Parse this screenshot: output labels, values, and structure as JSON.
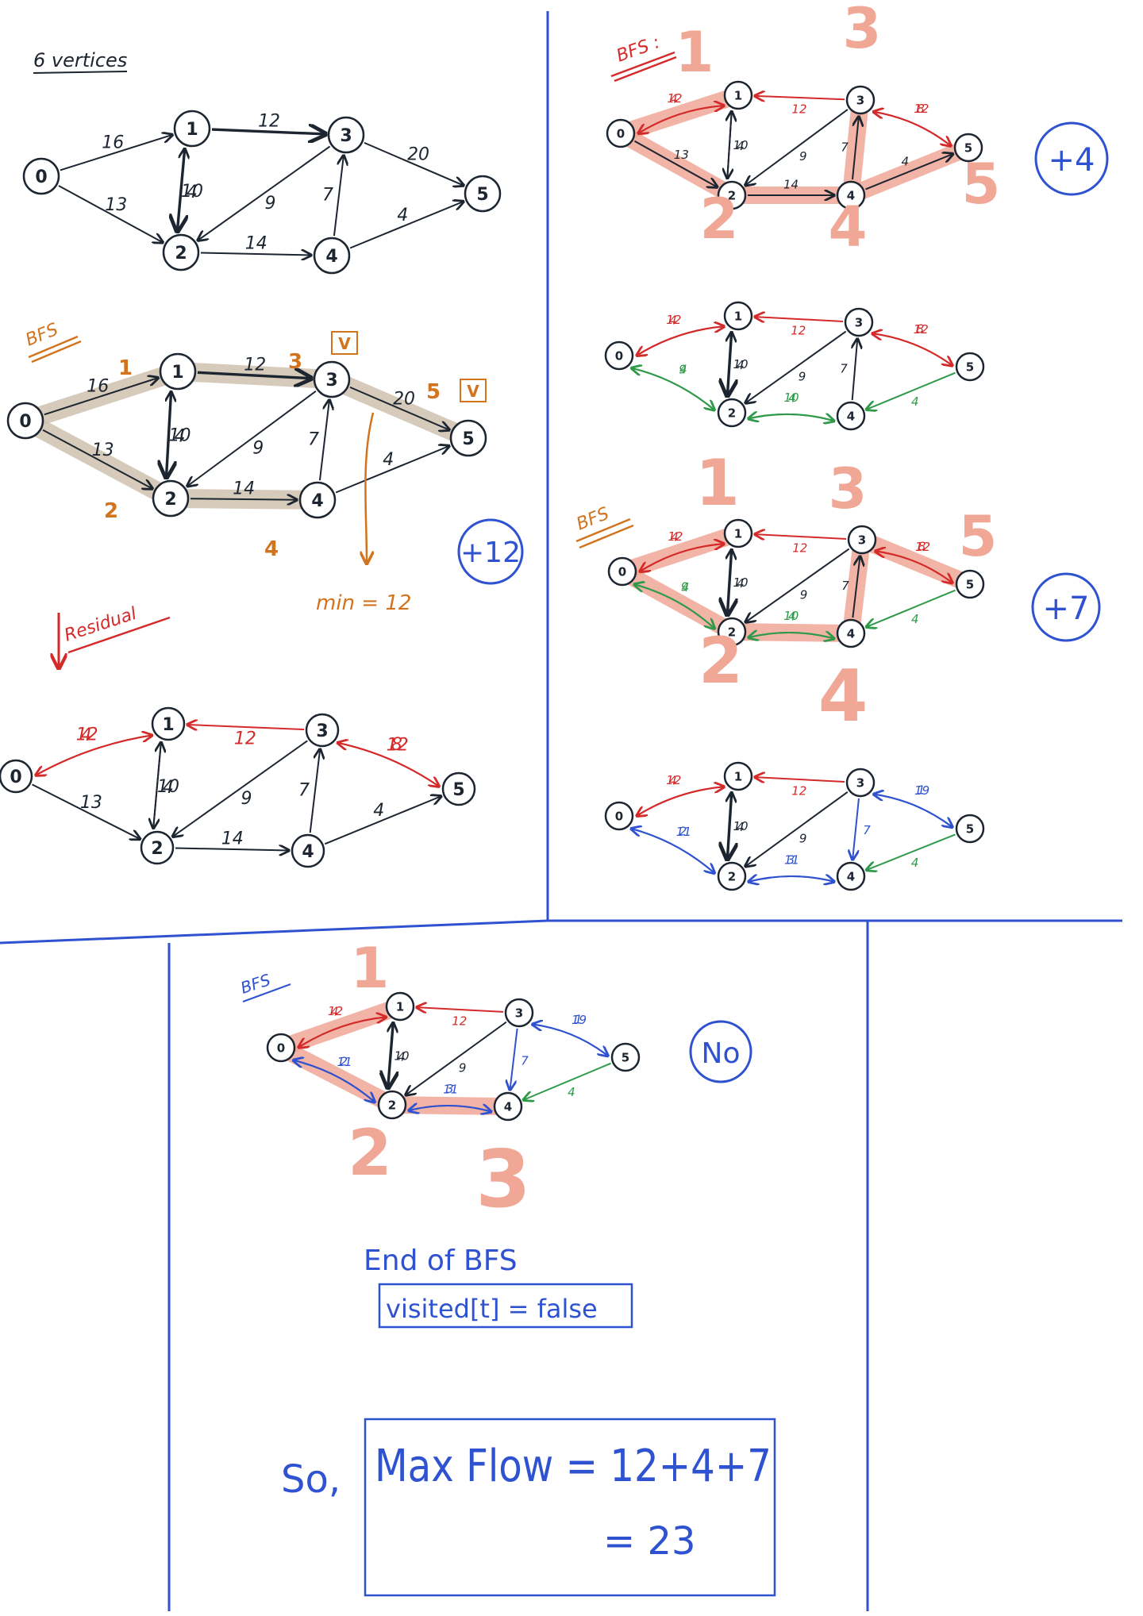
{
  "colors": {
    "ink": "#1c2530",
    "red": "#d42a2a",
    "green": "#2f9a4a",
    "blue": "#2f52d0",
    "orange": "#d2741e",
    "tan": "#cfc1ae",
    "salmon": "#f0a796",
    "divider": "#2f52d0"
  },
  "labels": {
    "heading": "6 vertices",
    "bfs1": "BFS",
    "bfs2": "BFS :",
    "bfs3": "BFS",
    "bfs4": "BFS",
    "residual": "Residual",
    "min": "min = 12",
    "plus12": "+12",
    "plus4": "+4",
    "plus7": "+7",
    "no": "No",
    "end": "End of BFS",
    "visited": "visited[t] = false",
    "so": "So,",
    "maxflow": "Max Flow = 12+4+7",
    "equals": "= 23"
  },
  "bfs_marks": {
    "g2": [
      {
        "text": "1"
      },
      {
        "text": "3"
      },
      {
        "text": "5"
      },
      {
        "text": "2"
      },
      {
        "text": "4"
      },
      {
        "text": "V"
      },
      {
        "text": "V"
      }
    ],
    "g3": [
      {
        "text": "1"
      },
      {
        "text": "2"
      },
      {
        "text": "3"
      },
      {
        "text": "4"
      },
      {
        "text": "5"
      }
    ],
    "g5": [
      {
        "text": "1"
      },
      {
        "text": "2"
      },
      {
        "text": "3"
      },
      {
        "text": "4"
      },
      {
        "text": "5"
      }
    ],
    "g7": [
      {
        "text": "1"
      },
      {
        "text": "2"
      },
      {
        "text": "3"
      }
    ]
  },
  "graphs": [
    {
      "id": "g1",
      "nodes": [
        {
          "text": "0"
        },
        {
          "text": "1"
        },
        {
          "text": "2"
        },
        {
          "text": "3"
        },
        {
          "text": "4"
        },
        {
          "text": "5"
        }
      ],
      "edges": [
        {
          "from": 0,
          "to": 1,
          "label": "16"
        },
        {
          "from": 0,
          "to": 2,
          "label": "13"
        },
        {
          "from": 1,
          "to": 3,
          "label": "12"
        },
        {
          "from": 1,
          "to": 2,
          "label": "10"
        },
        {
          "from": 2,
          "to": 1,
          "label": "4"
        },
        {
          "from": 3,
          "to": 2,
          "label": "9"
        },
        {
          "from": 2,
          "to": 4,
          "label": "14"
        },
        {
          "from": 4,
          "to": 3,
          "label": "7"
        },
        {
          "from": 3,
          "to": 5,
          "label": "20"
        },
        {
          "from": 4,
          "to": 5,
          "label": "4"
        }
      ]
    },
    {
      "id": "g2",
      "nodes": [
        {
          "text": "0"
        },
        {
          "text": "1"
        },
        {
          "text": "2"
        },
        {
          "text": "3"
        },
        {
          "text": "4"
        },
        {
          "text": "5"
        }
      ],
      "edges": [
        {
          "from": 0,
          "to": 1,
          "label": "16"
        },
        {
          "from": 0,
          "to": 2,
          "label": "13"
        },
        {
          "from": 1,
          "to": 3,
          "label": "12"
        },
        {
          "from": 1,
          "to": 2,
          "label": "10"
        },
        {
          "from": 2,
          "to": 1,
          "label": "4"
        },
        {
          "from": 3,
          "to": 2,
          "label": "9"
        },
        {
          "from": 2,
          "to": 4,
          "label": "14"
        },
        {
          "from": 4,
          "to": 3,
          "label": "7"
        },
        {
          "from": 3,
          "to": 5,
          "label": "20"
        },
        {
          "from": 4,
          "to": 5,
          "label": "4"
        }
      ]
    },
    {
      "id": "g3",
      "nodes": [
        {
          "text": "0"
        },
        {
          "text": "1"
        },
        {
          "text": "2"
        },
        {
          "text": "3"
        },
        {
          "text": "4"
        },
        {
          "text": "5"
        }
      ],
      "edges": [
        {
          "from": 0,
          "to": 1,
          "label": "4"
        },
        {
          "from": 1,
          "to": 0,
          "label": "12"
        },
        {
          "from": 0,
          "to": 2,
          "label": "13"
        },
        {
          "from": 3,
          "to": 1,
          "label": "12"
        },
        {
          "from": 1,
          "to": 2,
          "label": "10"
        },
        {
          "from": 2,
          "to": 1,
          "label": "4"
        },
        {
          "from": 3,
          "to": 2,
          "label": "9"
        },
        {
          "from": 2,
          "to": 4,
          "label": "14"
        },
        {
          "from": 4,
          "to": 3,
          "label": "7"
        },
        {
          "from": 3,
          "to": 5,
          "label": "8"
        },
        {
          "from": 5,
          "to": 3,
          "label": "12"
        },
        {
          "from": 4,
          "to": 5,
          "label": "4"
        }
      ]
    },
    {
      "id": "g4",
      "nodes": [
        {
          "text": "0"
        },
        {
          "text": "1"
        },
        {
          "text": "2"
        },
        {
          "text": "3"
        },
        {
          "text": "4"
        },
        {
          "text": "5"
        }
      ],
      "edges": [
        {
          "from": 0,
          "to": 1,
          "label": "4"
        },
        {
          "from": 1,
          "to": 0,
          "label": "12"
        },
        {
          "from": 0,
          "to": 2,
          "label": "13"
        },
        {
          "from": 3,
          "to": 1,
          "label": "12"
        },
        {
          "from": 1,
          "to": 2,
          "label": "10"
        },
        {
          "from": 2,
          "to": 1,
          "label": "4"
        },
        {
          "from": 3,
          "to": 2,
          "label": "9"
        },
        {
          "from": 2,
          "to": 4,
          "label": "14"
        },
        {
          "from": 4,
          "to": 3,
          "label": "7"
        },
        {
          "from": 3,
          "to": 5,
          "label": "8"
        },
        {
          "from": 5,
          "to": 3,
          "label": "12"
        },
        {
          "from": 4,
          "to": 5,
          "label": "4"
        }
      ]
    },
    {
      "id": "g5",
      "nodes": [
        {
          "text": "0"
        },
        {
          "text": "1"
        },
        {
          "text": "2"
        },
        {
          "text": "3"
        },
        {
          "text": "4"
        },
        {
          "text": "5"
        }
      ],
      "edges": [
        {
          "from": 0,
          "to": 1,
          "label": "4"
        },
        {
          "from": 1,
          "to": 0,
          "label": "12"
        },
        {
          "from": 0,
          "to": 2,
          "label": "9"
        },
        {
          "from": 2,
          "to": 0,
          "label": "4"
        },
        {
          "from": 3,
          "to": 1,
          "label": "12"
        },
        {
          "from": 1,
          "to": 2,
          "label": "10"
        },
        {
          "from": 2,
          "to": 1,
          "label": "4"
        },
        {
          "from": 3,
          "to": 2,
          "label": "9"
        },
        {
          "from": 2,
          "to": 4,
          "label": "10"
        },
        {
          "from": 4,
          "to": 2,
          "label": "4"
        },
        {
          "from": 4,
          "to": 3,
          "label": "7"
        },
        {
          "from": 3,
          "to": 5,
          "label": "8"
        },
        {
          "from": 5,
          "to": 3,
          "label": "12"
        },
        {
          "from": 5,
          "to": 4,
          "label": "4"
        }
      ]
    },
    {
      "id": "g6",
      "nodes": [
        {
          "text": "0"
        },
        {
          "text": "1"
        },
        {
          "text": "2"
        },
        {
          "text": "3"
        },
        {
          "text": "4"
        },
        {
          "text": "5"
        }
      ],
      "edges": [
        {
          "from": 0,
          "to": 1,
          "label": "4"
        },
        {
          "from": 1,
          "to": 0,
          "label": "12"
        },
        {
          "from": 0,
          "to": 2,
          "label": "9"
        },
        {
          "from": 2,
          "to": 0,
          "label": "4"
        },
        {
          "from": 3,
          "to": 1,
          "label": "12"
        },
        {
          "from": 1,
          "to": 2,
          "label": "10"
        },
        {
          "from": 2,
          "to": 1,
          "label": "4"
        },
        {
          "from": 3,
          "to": 2,
          "label": "9"
        },
        {
          "from": 2,
          "to": 4,
          "label": "10"
        },
        {
          "from": 4,
          "to": 2,
          "label": "4"
        },
        {
          "from": 4,
          "to": 3,
          "label": "7"
        },
        {
          "from": 3,
          "to": 5,
          "label": "8"
        },
        {
          "from": 5,
          "to": 3,
          "label": "12"
        },
        {
          "from": 5,
          "to": 4,
          "label": "4"
        }
      ]
    },
    {
      "id": "g7",
      "nodes": [
        {
          "text": "0"
        },
        {
          "text": "1"
        },
        {
          "text": "2"
        },
        {
          "text": "3"
        },
        {
          "text": "4"
        },
        {
          "text": "5"
        }
      ],
      "edges": [
        {
          "from": 0,
          "to": 1,
          "label": "4"
        },
        {
          "from": 1,
          "to": 0,
          "label": "12"
        },
        {
          "from": 0,
          "to": 2,
          "label": "2"
        },
        {
          "from": 2,
          "to": 0,
          "label": "11"
        },
        {
          "from": 3,
          "to": 1,
          "label": "12"
        },
        {
          "from": 1,
          "to": 2,
          "label": "10"
        },
        {
          "from": 2,
          "to": 1,
          "label": "4"
        },
        {
          "from": 3,
          "to": 2,
          "label": "9"
        },
        {
          "from": 2,
          "to": 4,
          "label": "3"
        },
        {
          "from": 4,
          "to": 2,
          "label": "11"
        },
        {
          "from": 3,
          "to": 4,
          "label": "7"
        },
        {
          "from": 3,
          "to": 5,
          "label": "1"
        },
        {
          "from": 5,
          "to": 3,
          "label": "19"
        },
        {
          "from": 5,
          "to": 4,
          "label": "4"
        }
      ]
    },
    {
      "id": "g8",
      "nodes": [
        {
          "text": "0"
        },
        {
          "text": "1"
        },
        {
          "text": "2"
        },
        {
          "text": "3"
        },
        {
          "text": "4"
        },
        {
          "text": "5"
        }
      ],
      "edges": [
        {
          "from": 0,
          "to": 1,
          "label": "4"
        },
        {
          "from": 1,
          "to": 0,
          "label": "12"
        },
        {
          "from": 0,
          "to": 2,
          "label": "2"
        },
        {
          "from": 2,
          "to": 0,
          "label": "11"
        },
        {
          "from": 3,
          "to": 1,
          "label": "12"
        },
        {
          "from": 1,
          "to": 2,
          "label": "10"
        },
        {
          "from": 2,
          "to": 1,
          "label": "4"
        },
        {
          "from": 3,
          "to": 2,
          "label": "9"
        },
        {
          "from": 2,
          "to": 4,
          "label": "3"
        },
        {
          "from": 4,
          "to": 2,
          "label": "11"
        },
        {
          "from": 3,
          "to": 4,
          "label": "7"
        },
        {
          "from": 3,
          "to": 5,
          "label": "1"
        },
        {
          "from": 5,
          "to": 3,
          "label": "19"
        },
        {
          "from": 5,
          "to": 4,
          "label": "4"
        }
      ]
    }
  ]
}
